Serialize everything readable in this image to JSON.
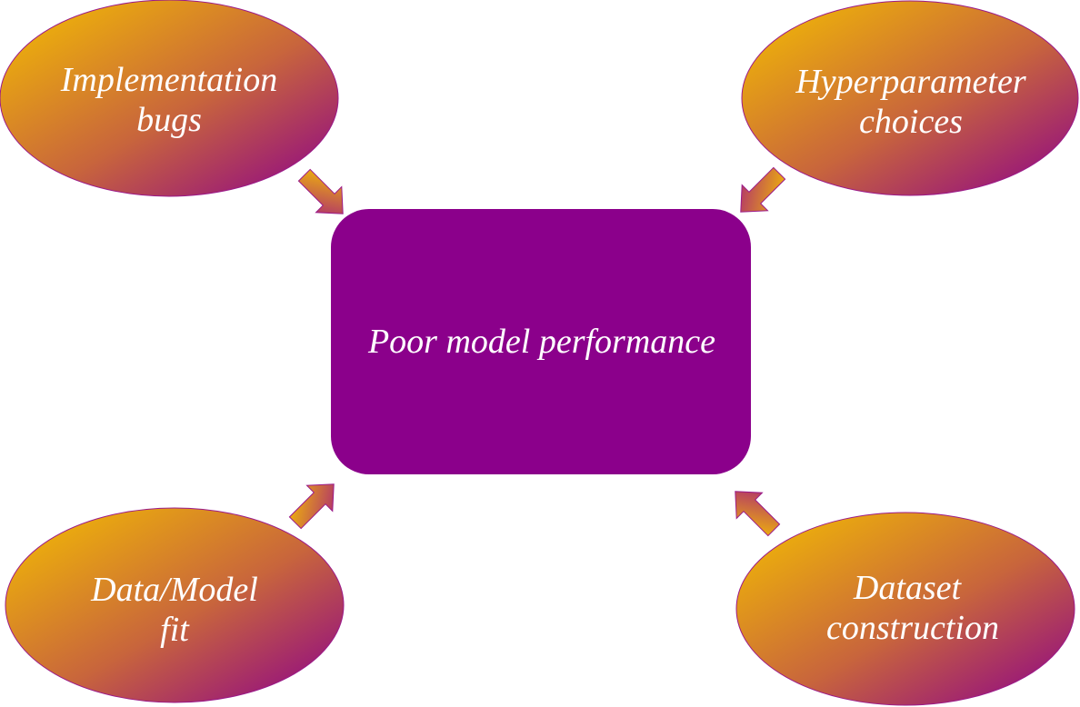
{
  "diagram": {
    "center": {
      "label": "Poor model performance",
      "color": "#8b008b"
    },
    "causes": [
      {
        "id": "implementation-bugs",
        "lines": [
          "Implementation",
          "bugs"
        ]
      },
      {
        "id": "hyperparameter-choices",
        "lines": [
          "Hyperparameter",
          "choices"
        ]
      },
      {
        "id": "data-model-fit",
        "lines": [
          "Data/Model",
          "fit"
        ]
      },
      {
        "id": "dataset-construction",
        "lines": [
          "Dataset",
          "construction"
        ]
      }
    ],
    "colors": {
      "gradient_start": "#f5c000",
      "gradient_end": "#8b008b",
      "text": "#ffffff"
    }
  }
}
